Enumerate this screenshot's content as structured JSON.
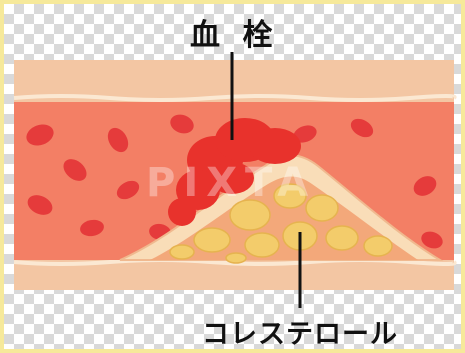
{
  "labels": {
    "thrombus": "血 栓",
    "cholesterol": "コレステロール"
  },
  "watermark": "PIXTA",
  "colors": {
    "background_frame": "#f6e99a",
    "vessel_wall": "#f3c6a3",
    "vessel_lumen": "#f37f65",
    "blood_cell": "#e53b3b",
    "plaque_cap": "#f9ddb8",
    "cholesterol_fat": "#f3cc6b"
  }
}
